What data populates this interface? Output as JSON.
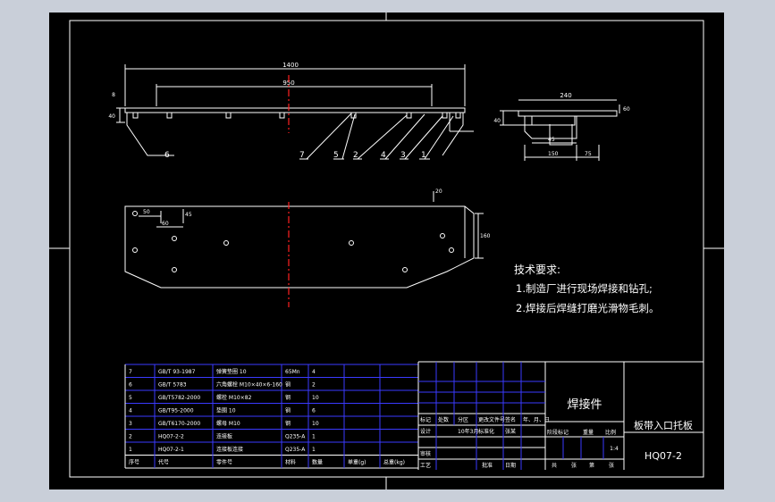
{
  "colors": {
    "page_bg": "#c9cfd9",
    "sheet_bg": "#000000",
    "line": "#ffffff",
    "table_grid": "#3a3aff",
    "centerline": "#ff2020"
  },
  "front_view": {
    "dims": {
      "overall": "1400",
      "inner": "950",
      "height": "40",
      "small": "8"
    },
    "callouts": [
      "6",
      "7",
      "5",
      "2",
      "4",
      "3",
      "1"
    ]
  },
  "side_view": {
    "dims": {
      "width": "240",
      "thick": "60",
      "height": "40",
      "gap": "45",
      "base": "150",
      "offset": "75"
    }
  },
  "top_view": {
    "dims": {
      "a": "50",
      "b": "60",
      "c": "45",
      "d": "160",
      "e": "20"
    }
  },
  "notes": {
    "title": "技术要求:",
    "items": [
      "1.制造厂进行现场焊接和钻孔;",
      "2.焊接后焊缝打磨光滑物毛刺。"
    ]
  },
  "bom": {
    "headers": [
      "序号",
      "代号",
      "零件号",
      "材料",
      "数量",
      "单重(g)",
      "总重(kg)"
    ],
    "rows": [
      [
        "7",
        "GB/T 93-1987",
        "弹簧垫圈 10",
        "65Mn",
        "4"
      ],
      [
        "6",
        "GB/T 5783",
        "六角螺栓 M10×40×6-160",
        "钢",
        "2"
      ],
      [
        "5",
        "GB/T5782-2000",
        "螺栓 M10×82",
        "钢",
        "10"
      ],
      [
        "4",
        "GB/T95-2000",
        "垫圈 10",
        "钢",
        "6"
      ],
      [
        "3",
        "GB/T6170-2000",
        "螺母 M10",
        "钢",
        "10"
      ],
      [
        "2",
        "HQ07-2-2",
        "连接板",
        "Q235-A",
        "1"
      ],
      [
        "1",
        "HQ07-2-1",
        "连接板连接",
        "Q235-A",
        "1"
      ]
    ]
  },
  "title_block": {
    "part_title": "焊接件",
    "drawing_name": "板带入口托板",
    "drawing_no": "HQ07-2",
    "scale": "1:4",
    "row_labels": [
      "标记",
      "处数",
      "分区",
      "更改文件号",
      "签名",
      "年、月、日"
    ],
    "designer_row": [
      "设计",
      "",
      "10年3月",
      "标准化",
      "",
      "张某"
    ],
    "stage_labels": [
      "阶段标记",
      "重量",
      "比例"
    ],
    "bottom_labels": [
      "审核",
      "工艺",
      "批准",
      "日期"
    ],
    "sheet_labels": [
      "共",
      "张",
      "第",
      "张"
    ]
  }
}
